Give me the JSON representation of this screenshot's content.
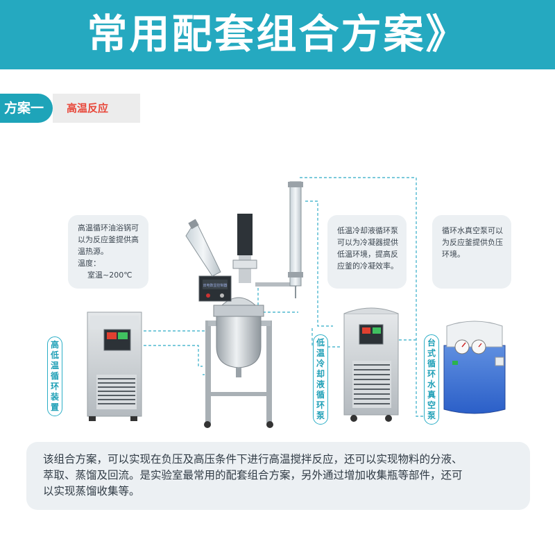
{
  "banner": {
    "title": "常用配套组合方案》"
  },
  "plan": {
    "tag": "方案一",
    "name": "高温反应"
  },
  "callouts": {
    "oil_bath": {
      "lines": [
        "高温循环油浴锅可",
        "以为反应釜提供高",
        "温热源。"
      ],
      "temp_label": "温度：",
      "temp_value": "室温~200℃"
    },
    "chiller": {
      "lines": [
        "低温冷却液循环泵",
        "可以为冷凝器提供",
        "低温环境，提高反",
        "应釜的冷凝效率。"
      ]
    },
    "vacuum": {
      "lines": [
        "循环水真空泵可以",
        "为反应釜提供负压",
        "环境。"
      ]
    }
  },
  "labels": {
    "circulator": "高低温循环装置",
    "chiller": "低温冷却液循环泵",
    "vacuum": "台式循环水真空泵"
  },
  "description": {
    "lines": [
      "该组合方案，可以实现在负压及高压条件下进行高温搅拌反应，还可以实现物料的分液、",
      "萃取、蒸馏及回流。是实验室最常用的配套组合方案，另外通过增加收集瓶等部件，还可",
      "以实现蒸馏收集等。"
    ]
  },
  "colors": {
    "accent": "#25a9c0",
    "plan_name": "#e8473a",
    "panel": "#ecf0f3"
  },
  "equipment": {
    "reactor_control_text": "双电数显控制器"
  }
}
